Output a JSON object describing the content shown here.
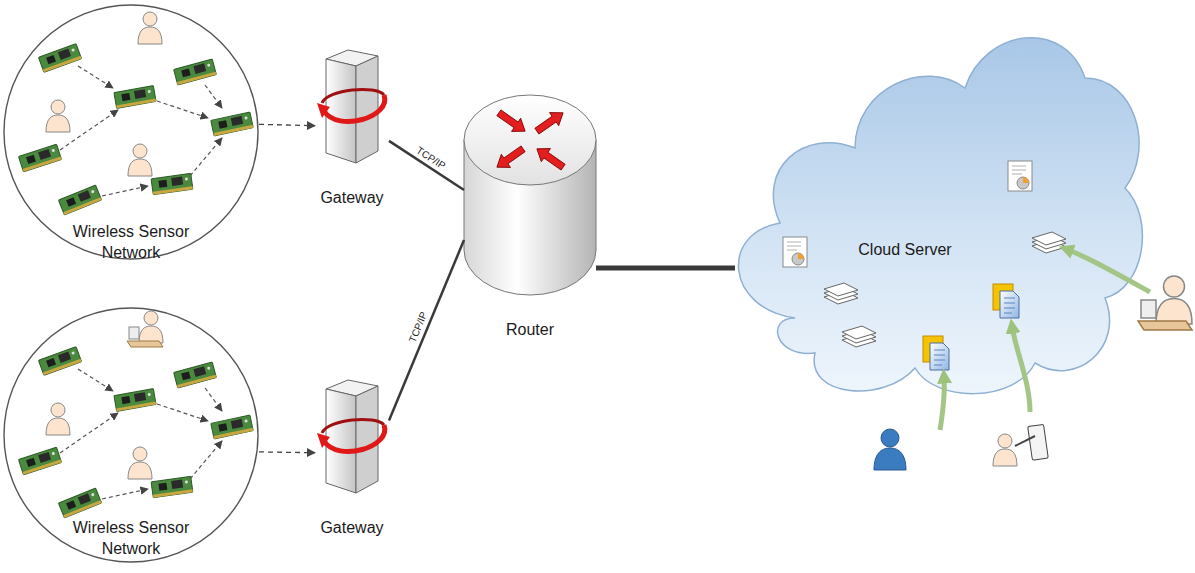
{
  "diagram": {
    "nodes": [
      {
        "text": [
          "Wireless Sensor Network"
        ]
      },
      {
        "text": [
          "Gateway"
        ]
      },
      {
        "text": [
          "Router"
        ]
      },
      {
        "text": [
          "Cloud Server"
        ]
      },
      {
        "text": [
          "Wireless Sensor Network"
        ]
      },
      {
        "text": [
          "Gateway"
        ]
      }
    ],
    "edges": [
      {
        "from": 0,
        "to": 1,
        "arrow": "to"
      },
      {
        "from": 1,
        "to": 2,
        "arrow": "none",
        "label": "TCP/IP"
      },
      {
        "from": 2,
        "to": 3,
        "arrow": "none"
      },
      {
        "from": 4,
        "to": 5,
        "arrow": "to"
      },
      {
        "from": 5,
        "to": 2,
        "arrow": "none",
        "label": "TCP/IP"
      }
    ]
  }
}
